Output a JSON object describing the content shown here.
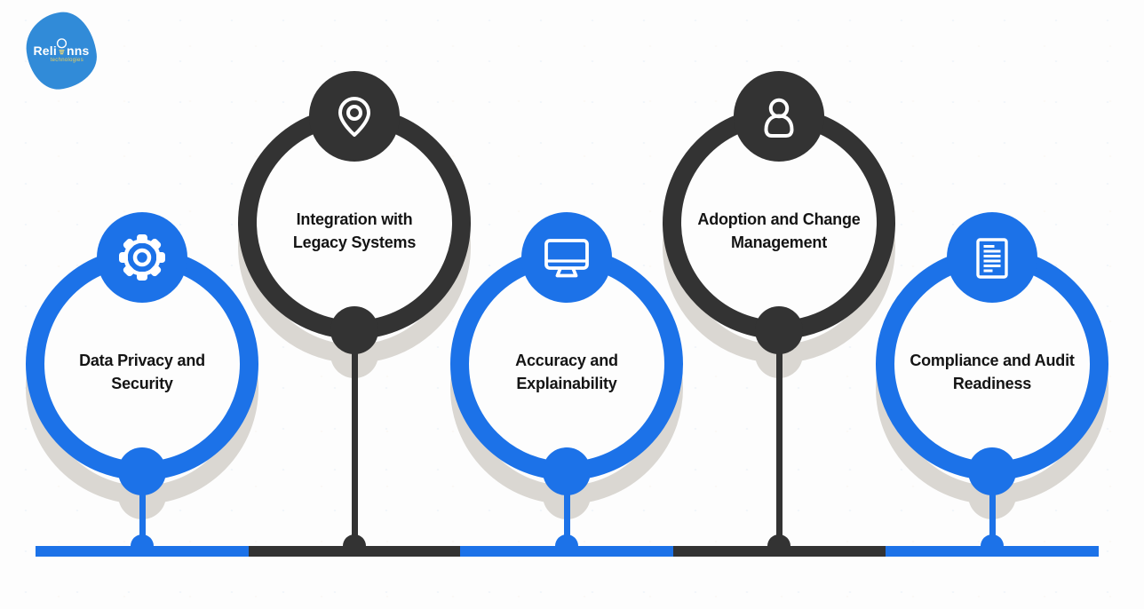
{
  "diagram": {
    "kind": "timeline-infographic",
    "node_count": 5
  },
  "logo": {
    "brand_prefix": "Reli",
    "brand_suffix": "nns",
    "tagline": "technologies",
    "bulb_icon": "lightbulb-icon",
    "blob_color": "#318BD8",
    "tagline_color": "#EDD05A"
  },
  "colors": {
    "blue": "#1C72E8",
    "dark": "#333333",
    "shadow": "#DAD7D2",
    "label_text": "#141414",
    "background": "#FDFDFD"
  },
  "nodes": [
    {
      "label": "Data Privacy and Security",
      "lines": [
        "Data Privacy and",
        "Security"
      ],
      "icon": "gear-icon",
      "theme": "blue",
      "position": "low"
    },
    {
      "label": "Integration with Legacy Systems",
      "lines": [
        "Integration with",
        "Legacy Systems"
      ],
      "icon": "location-pin-icon",
      "theme": "dark",
      "position": "high"
    },
    {
      "label": "Accuracy and Explainability",
      "lines": [
        "Accuracy and",
        "Explainability"
      ],
      "icon": "monitor-icon",
      "theme": "blue",
      "position": "low"
    },
    {
      "label": "Adoption and Change Management",
      "lines": [
        "Adoption and Change",
        "Management"
      ],
      "icon": "person-icon",
      "theme": "dark",
      "position": "high"
    },
    {
      "label": "Compliance and Audit Readiness",
      "lines": [
        "Compliance and Audit",
        "Readiness"
      ],
      "icon": "document-icon",
      "theme": "blue",
      "position": "low"
    }
  ],
  "timeline": {
    "segments": [
      {
        "theme": "blue"
      },
      {
        "theme": "dark"
      },
      {
        "theme": "blue"
      },
      {
        "theme": "dark"
      },
      {
        "theme": "blue"
      }
    ]
  }
}
